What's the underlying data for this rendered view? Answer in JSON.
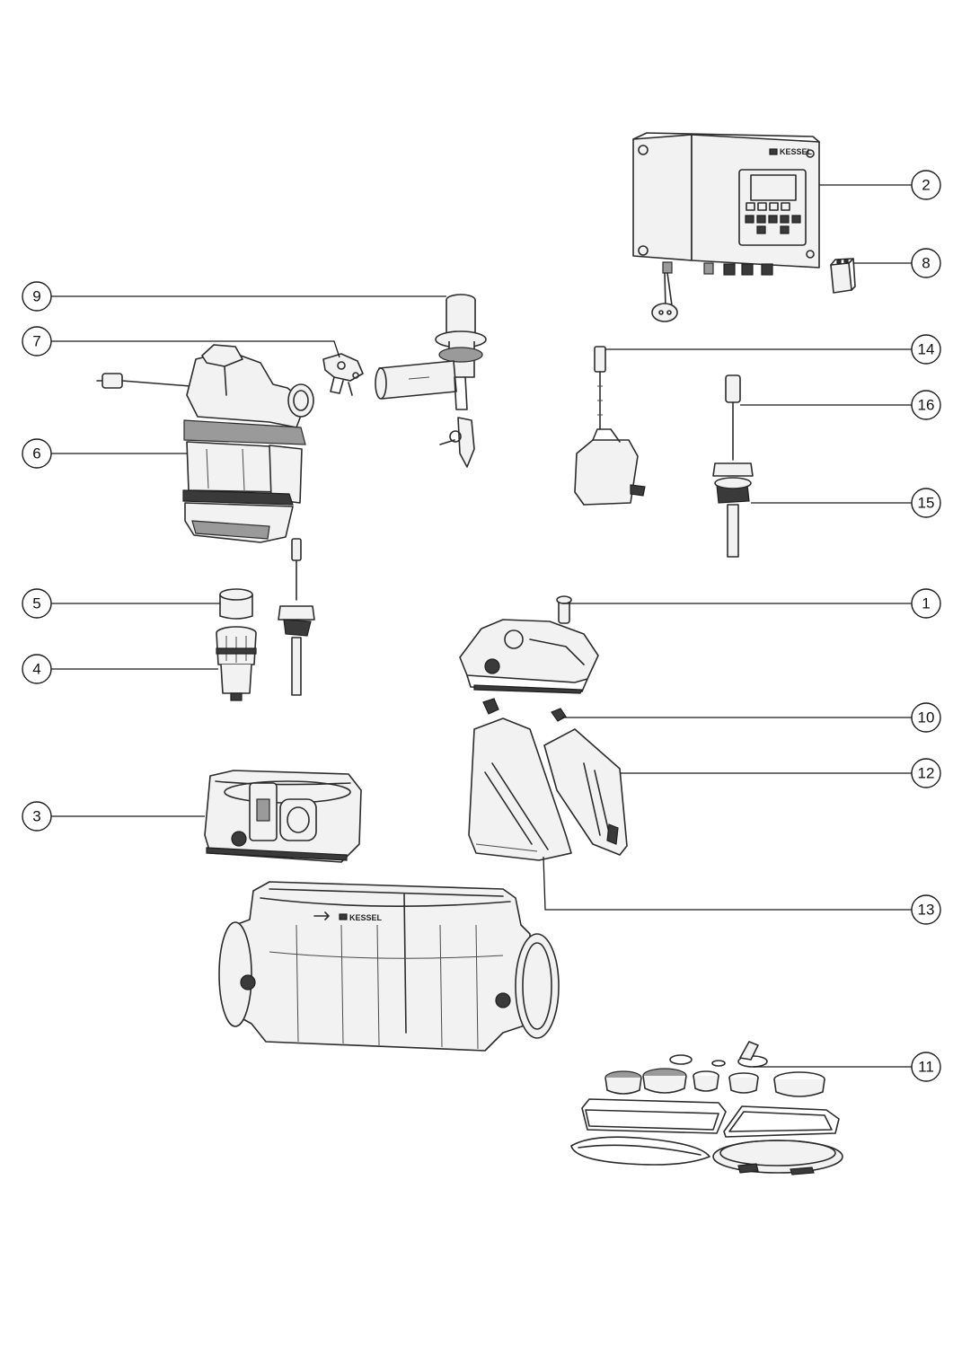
{
  "brand": {
    "logo_text": "KESSEL"
  },
  "callouts": [
    {
      "id": "1",
      "number": "1"
    },
    {
      "id": "2",
      "number": "2"
    },
    {
      "id": "3",
      "number": "3"
    },
    {
      "id": "4",
      "number": "4"
    },
    {
      "id": "5",
      "number": "5"
    },
    {
      "id": "6",
      "number": "6"
    },
    {
      "id": "7",
      "number": "7"
    },
    {
      "id": "8",
      "number": "8"
    },
    {
      "id": "9",
      "number": "9"
    },
    {
      "id": "10",
      "number": "10"
    },
    {
      "id": "11",
      "number": "11"
    },
    {
      "id": "12",
      "number": "12"
    },
    {
      "id": "13",
      "number": "13"
    },
    {
      "id": "14",
      "number": "14"
    },
    {
      "id": "15",
      "number": "15"
    },
    {
      "id": "16",
      "number": "16"
    }
  ]
}
